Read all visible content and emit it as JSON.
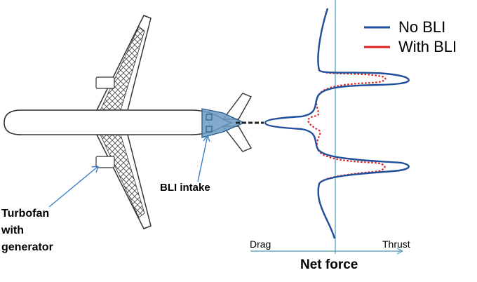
{
  "labels": {
    "turbofan": "Turbofan\nwith\ngenerator",
    "bli_intake": "BLI intake",
    "drag": "Drag",
    "thrust": "Thrust",
    "net_force": "Net force"
  },
  "legend": {
    "no_bli": "No BLI",
    "with_bli": "With BLI"
  },
  "colors": {
    "no_bli": "#1f4e9c",
    "with_bli": "#e02020",
    "axis": "#4a9ab8",
    "intake": "#5b88b0",
    "wing": "#333333"
  }
}
